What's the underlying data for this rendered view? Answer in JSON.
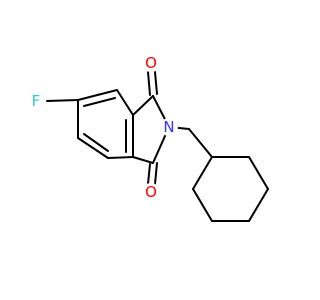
{
  "molecule": {
    "atoms": [
      {
        "id": "F",
        "element": "F",
        "label": "F",
        "color": "#33cccc"
      },
      {
        "id": "N",
        "element": "N",
        "label": "N",
        "color": "#3333ff"
      },
      {
        "id": "O1",
        "element": "O",
        "label": "O",
        "color": "#ff0000"
      },
      {
        "id": "O2",
        "element": "O",
        "label": "O",
        "color": "#ff0000"
      }
    ],
    "bond_color": "#000000",
    "background": "#ffffff"
  }
}
